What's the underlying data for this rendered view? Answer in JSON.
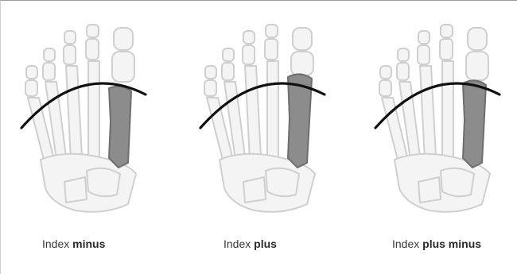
{
  "captions": [
    {
      "prefix": "Index",
      "bold": "minus"
    },
    {
      "prefix": "Index",
      "bold": "plus"
    },
    {
      "prefix": "Index",
      "bold": "plus minus"
    }
  ],
  "colors": {
    "bone_outline": "#cfcfcf",
    "bone_fill": "#f4f4f4",
    "highlight": "#8c8c8c",
    "highlight_stroke": "#6e6e6e",
    "arc": "#111111"
  },
  "icons": [
    "foot-skeleton-icon",
    "arc-line-icon"
  ]
}
